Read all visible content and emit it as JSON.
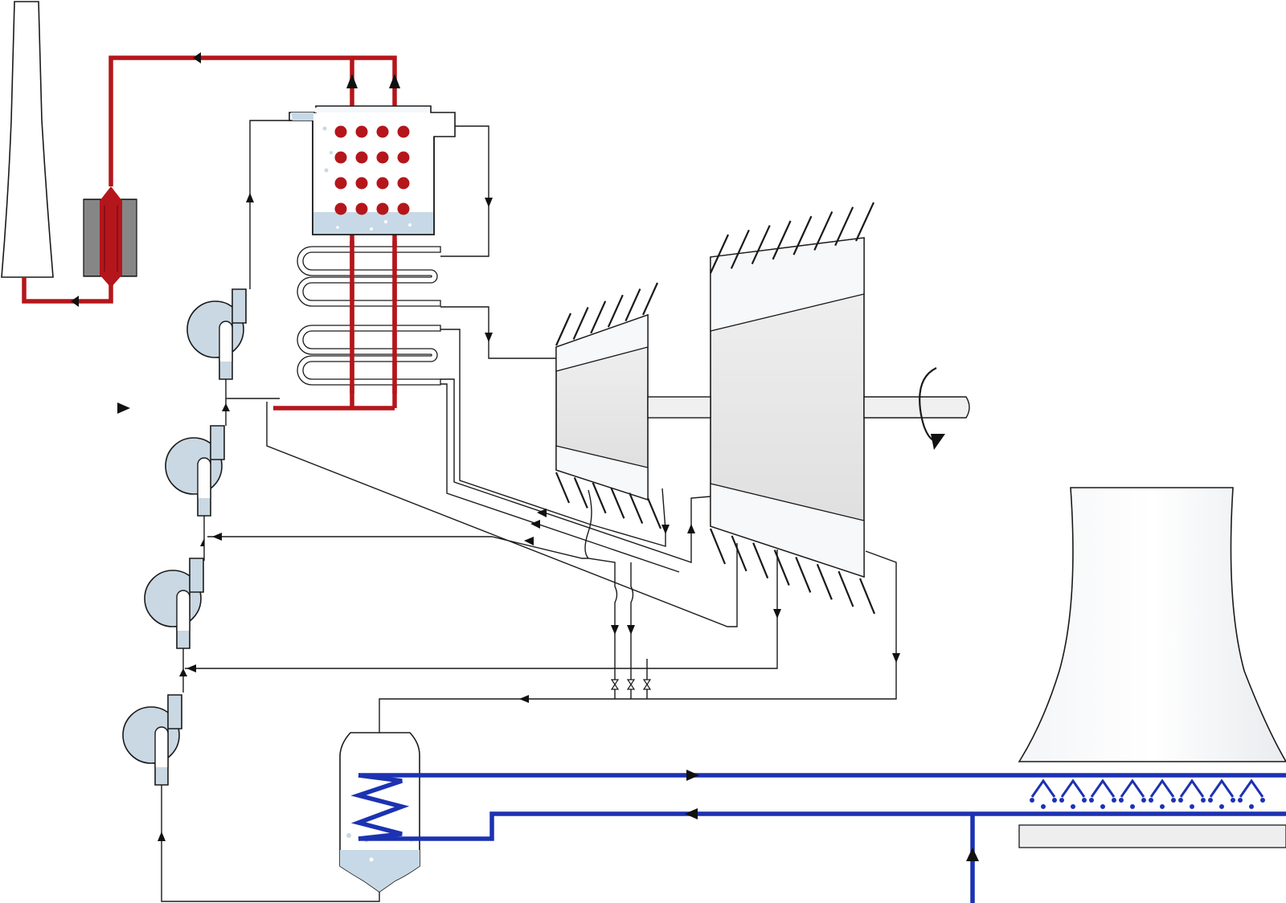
{
  "diagram": {
    "type": "steam-power-plant-schematic",
    "colors": {
      "flue_gas": "#b4161b",
      "cooling_water": "#1c32b2",
      "water": "#c7d9e6",
      "pump_fill": "#c9d8e3",
      "casing_fill": "#f7f8fa",
      "line": "#1a1a1a"
    },
    "components": [
      {
        "id": "chimney",
        "icon": "chimney-icon"
      },
      {
        "id": "air-preheater",
        "icon": "heat-exchanger-icon"
      },
      {
        "id": "boiler-drum",
        "icon": "boiler-drum-icon"
      },
      {
        "id": "economizer-superheater-coils",
        "icon": "coil-icon"
      },
      {
        "id": "high-pressure-turbine",
        "icon": "turbine-icon"
      },
      {
        "id": "low-pressure-turbine",
        "icon": "turbine-icon"
      },
      {
        "id": "shaft",
        "icon": "rotating-shaft-icon"
      },
      {
        "id": "feed-pumps",
        "count": 4,
        "icon": "pump-icon"
      },
      {
        "id": "condenser",
        "icon": "condenser-icon"
      },
      {
        "id": "cooling-tower",
        "icon": "cooling-tower-icon"
      },
      {
        "id": "valves",
        "count": 3,
        "icon": "valve-icon"
      }
    ]
  }
}
